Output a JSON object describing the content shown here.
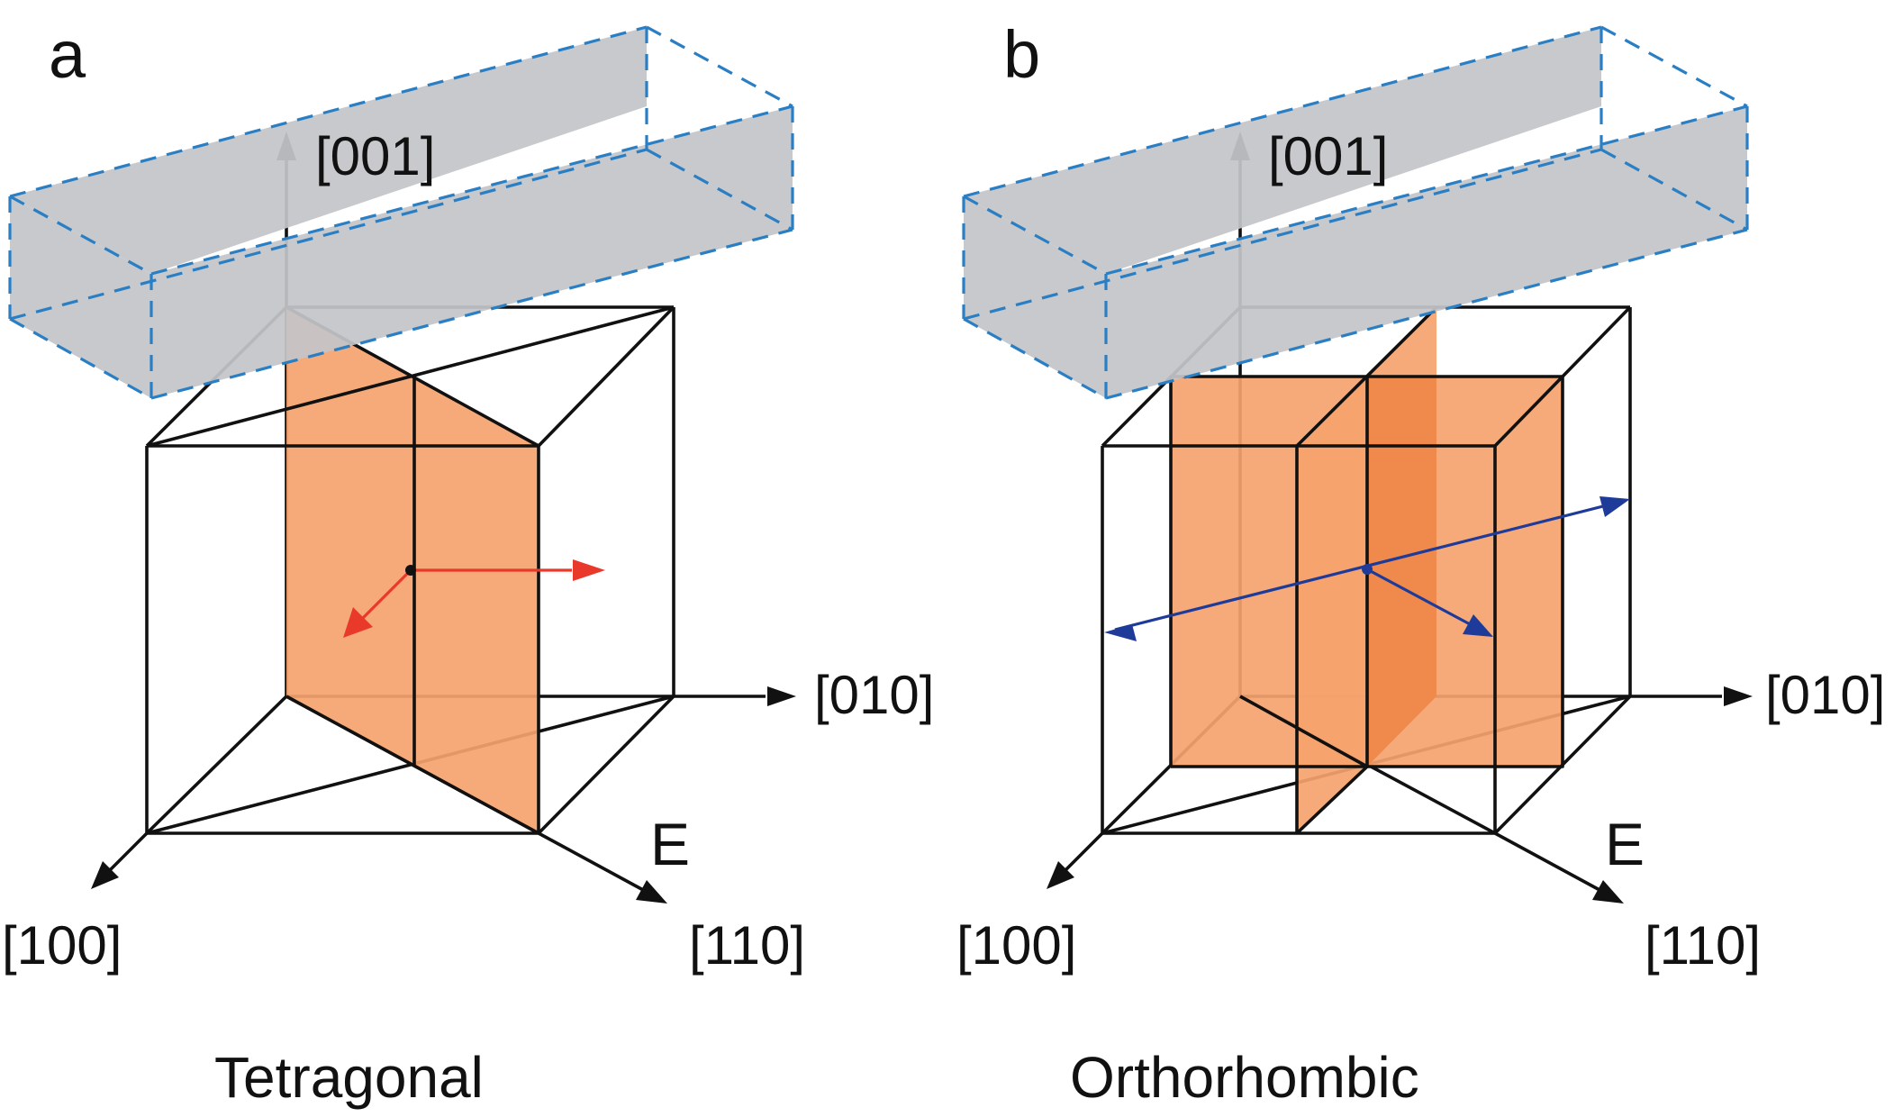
{
  "colors": {
    "plane_fill": "#f5a36e",
    "plane_overlap": "#f08a4c",
    "slab_fill": "#c4c5c8",
    "slab_edge": "#2a7fc4",
    "polarization_a": "#e8392a",
    "polarization_b": "#1f3b9a",
    "lines": "#111111"
  },
  "panels": [
    {
      "letter": "a",
      "caption": "Tetragonal",
      "axes": {
        "z": "[001]",
        "y": "[010]",
        "x": "[100]",
        "d": "[110]"
      },
      "field": "E"
    },
    {
      "letter": "b",
      "caption": "Orthorhombic",
      "axes": {
        "z": "[001]",
        "y": "[010]",
        "x": "[100]",
        "d": "[110]"
      },
      "field": "E"
    }
  ]
}
